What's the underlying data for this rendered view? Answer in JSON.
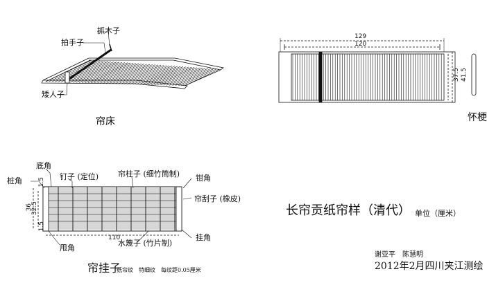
{
  "top_left": {
    "labels": {
      "zhua_mu_zi": "抓木子",
      "pai_shou_zi": "拍手子",
      "ai_ren_zi": "矮人子",
      "caption": "帘床"
    }
  },
  "top_right": {
    "dims": {
      "outer_width": "129",
      "inner_width": "120",
      "height_a": "37.5",
      "height_b": "41.5"
    },
    "side_caption": "怀梗"
  },
  "bottom_left": {
    "labels": {
      "zhu_jiao": "桩角",
      "ding_jiao": "底角",
      "ding_zi": "钉子 (定位)",
      "lian_zhu_zi": "帘柱子 (细竹筒制)",
      "qian_jiao": "钳角",
      "lian_gua_zi_jiao": "帘刮子 (橡皮)",
      "gua_jiao": "挂角",
      "shui_long_zi": "水篾子 (竹片制)",
      "shuai_jiao": "甩角"
    },
    "dims": {
      "top_small": "1.5",
      "left_a": "36",
      "left_b": "32.5",
      "left_c": "1.5",
      "length": "110"
    },
    "caption": "帘挂子",
    "caption_note": "纸帘纹　特细纹　每纹距0.05厘米"
  },
  "title_block": {
    "title": "长帘贡纸帘样（清代）",
    "unit": "单位（厘米）",
    "authors": "谢亚平　陈慧明",
    "date": "2012年2月四川夹江测绘"
  }
}
